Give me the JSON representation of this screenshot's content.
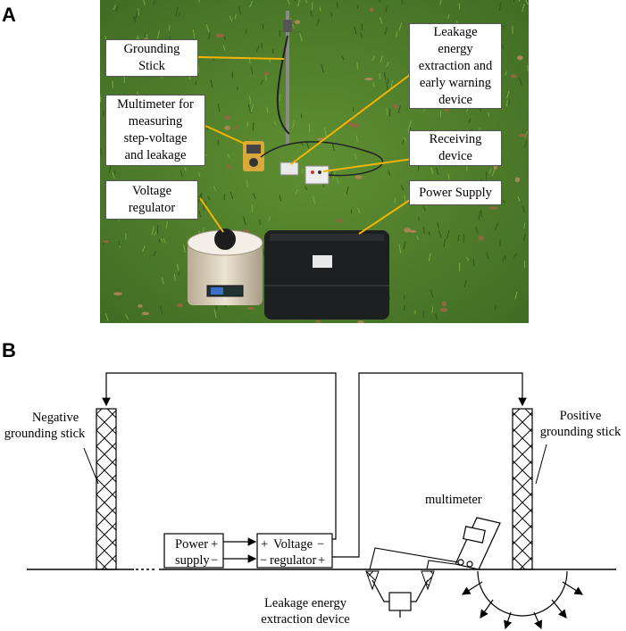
{
  "panel_a": {
    "letter": "A",
    "labels": {
      "grounding_stick": [
        "Grounding",
        "Stick"
      ],
      "multimeter": [
        "Multimeter for",
        "measuring",
        "step-voltage",
        "and leakage"
      ],
      "voltage_regulator": [
        "Voltage",
        "regulator"
      ],
      "leakage_device": [
        "Leakage",
        "energy",
        "extraction and",
        "early warning",
        "device"
      ],
      "receiving_device": [
        "Receiving",
        "device"
      ],
      "power_supply": [
        "Power Supply"
      ]
    }
  },
  "panel_b": {
    "letter": "B",
    "negative_stick": [
      "Negative",
      "grounding stick"
    ],
    "positive_stick": [
      "Positive",
      "grounding stick"
    ],
    "power_supply": {
      "line1": "Power",
      "line2": "supply",
      "plus": "+",
      "minus": "−"
    },
    "voltage_regulator": {
      "line1": "Voltage",
      "line2": "regulator",
      "plus": "+",
      "minus": "−"
    },
    "multimeter": "multimeter",
    "leakage_device": [
      "Leakage energy",
      "extraction device"
    ]
  },
  "colors": {
    "callout_line": "#f2b400",
    "grass": "#4f7a2a",
    "case": "#1e1f21"
  }
}
